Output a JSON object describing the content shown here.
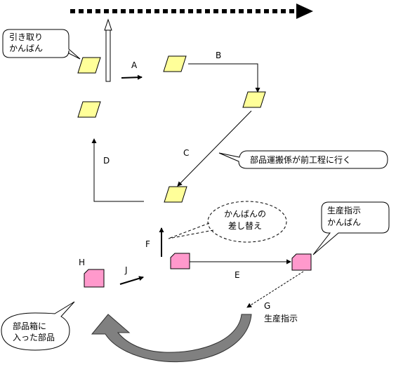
{
  "callouts": {
    "withdrawal": [
      "引き取り",
      "かんばん"
    ],
    "conveyor": "部品運搬係が前工程に行く",
    "swap": [
      "かんばんの",
      "差し替え"
    ],
    "production_kanban": [
      "生産指示",
      "かんばん"
    ],
    "parts_box": [
      "部品箱に",
      "入った部品"
    ]
  },
  "labels": {
    "a": "A",
    "b": "B",
    "c": "C",
    "d": "D",
    "e": "E",
    "f": "F",
    "g": "G",
    "h": "H",
    "j": "J",
    "g_caption": "生産指示"
  },
  "colors": {
    "withdrawal_card": "#ffff99",
    "production_card": "#ff99cc",
    "return_arrow": "#808080"
  }
}
